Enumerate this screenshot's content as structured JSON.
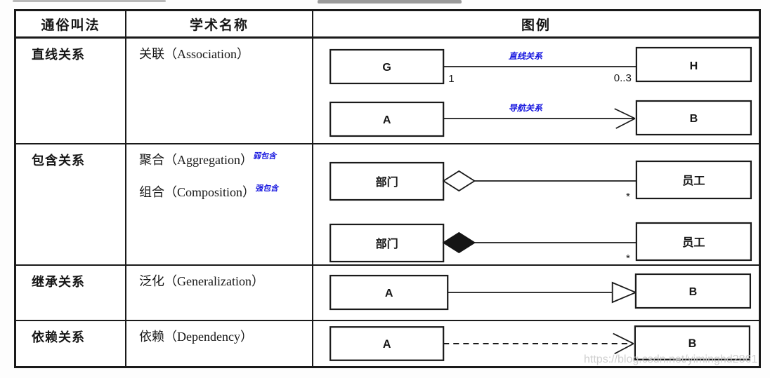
{
  "header": {
    "common_name": "通俗叫法",
    "academic_name": "学术名称",
    "legend": "图例"
  },
  "rows": [
    {
      "common": "直线关系",
      "academic_lines": [
        {
          "text": "关联（Association）"
        }
      ]
    },
    {
      "common": "包含关系",
      "academic_lines": [
        {
          "text": "聚合（Aggregation）",
          "sup": "弱包含"
        },
        {
          "text": "组合（Composition）",
          "sup": "强包含"
        }
      ]
    },
    {
      "common": "继承关系",
      "academic_lines": [
        {
          "text": "泛化（Generalization）"
        }
      ]
    },
    {
      "common": "依赖关系",
      "academic_lines": [
        {
          "text": "依赖（Dependency）"
        }
      ]
    }
  ],
  "diagrams": {
    "association": {
      "left_box": "G",
      "right_box": "H",
      "left_multiplicity": "1",
      "right_multiplicity": "0..3",
      "annotation": "直线关系"
    },
    "navigation": {
      "left_box": "A",
      "right_box": "B",
      "annotation": "导航关系"
    },
    "aggregation": {
      "left_box": "部门",
      "right_box": "员工",
      "multiplicity": "*"
    },
    "composition": {
      "left_box": "部门",
      "right_box": "员工",
      "multiplicity": "*"
    },
    "generalization": {
      "left_box": "A",
      "right_box": "B"
    },
    "dependency": {
      "left_box": "A",
      "right_box": "B"
    }
  },
  "watermark": "https://blog.csdn.net/yiminghd2861",
  "colors": {
    "annotation_blue": "#1b1be0",
    "border_black": "#1a1a1a",
    "watermark_gray": "#cbcbcb"
  }
}
